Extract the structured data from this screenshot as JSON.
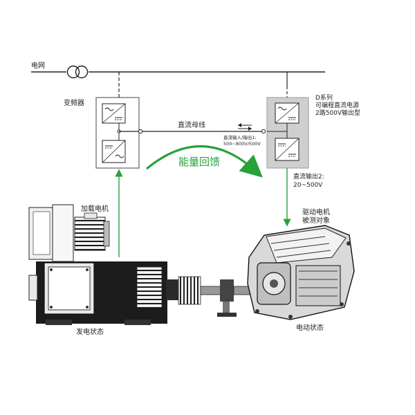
{
  "labels": {
    "grid": "电网",
    "inverter": "变频器",
    "dc_bus": "直流母线",
    "series_line1": "D系列",
    "series_line2": "可编程直流电源",
    "series_line3": "2路500V输出型",
    "dc_io1_line1": "直流输入/输出1:",
    "dc_io1_line2": "500~800V/500V",
    "energy_feedback": "能量回馈",
    "dc_out2_line1": "直流输出2:",
    "dc_out2_line2": "20~500V",
    "load_motor": "加载电机",
    "drive_motor_line1": "驱动电机",
    "drive_motor_line2": "被测对象",
    "generating_state": "发电状态",
    "motoring_state": "电动状态"
  },
  "colors": {
    "line": "#222222",
    "feedback_green": "#27a13a",
    "psu_box": "#cfcfcf",
    "machine_dark": "#1a1a1a",
    "machine_light": "#e8e8e8"
  }
}
